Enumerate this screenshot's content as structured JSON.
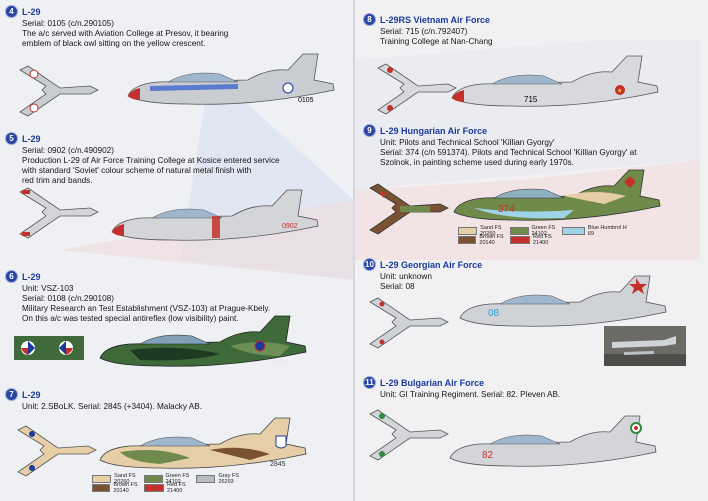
{
  "entries": [
    {
      "number": "4",
      "title": "L-29",
      "lines": "Serial: 0105 (c/n.290105)\nThe a/c served with Aviation College at Presov, it bearing\nemblem of black owl sitting on the yellow crescent.",
      "serial_mark": "0105"
    },
    {
      "number": "5",
      "title": "L-29",
      "lines": "Serial: 0902 (c/n.490902)\nProduction L-29 of Air Force Training College at Kosice entered service\nwith standard 'Soviet' colour scheme of natural metal finish with\nred trim and bands.",
      "serial_mark": "0902"
    },
    {
      "number": "6",
      "title": "L-29",
      "lines": "Unit: VSZ-103\nSerial: 0108 (c/n.290108)\nMilitary Research an Test Establishment (VSZ-103) at Prague-Kbely.\nOn this a/c was tested special antireflex (low visibility) paint.",
      "serial_mark": "0108"
    },
    {
      "number": "7",
      "title": "L-29",
      "lines": "Unit: 2.SBoLK. Serial: 2845 (+3404). Malacky AB.",
      "serial_mark": "2845"
    },
    {
      "number": "8",
      "title": "L-29RS Vietnam Air Force",
      "lines": "Serial: 715 (c/n.792407)\nTraining College at Nan-Chang",
      "serial_mark": "715"
    },
    {
      "number": "9",
      "title": "L-29 Hungarian Air Force",
      "lines": "Unit: Pilots and Technical School 'Killian Gyorgy'\nSerial: 374 (c/n 591374). Pilots and Technical School 'Killian Gyorgy' at\nSzolnok, in painting scheme used during early 1970s.",
      "serial_mark": "374"
    },
    {
      "number": "10",
      "title": "L-29 Georgian Air Force",
      "lines": "Unit: unknown\nSerial: 08",
      "serial_mark": "08"
    },
    {
      "number": "11",
      "title": "L-29 Bulgarian Air Force",
      "lines": "Unit: GI Training Regiment. Serial: 82. Pleven AB.",
      "serial_mark": "82"
    }
  ],
  "legend_hungarian": [
    {
      "label": "Sand FS 20260",
      "color": "#e6cfa6"
    },
    {
      "label": "Green FS 24102",
      "color": "#6f8a4a"
    },
    {
      "label": "Blue Humbrol H 69",
      "color": "#9fd4e8"
    },
    {
      "label": "Brown FS 20140",
      "color": "#7a5232"
    },
    {
      "label": "Red FS 21400",
      "color": "#c4302b"
    }
  ],
  "legend_slovak": [
    {
      "label": "Sand FS 20260",
      "color": "#e6cfa6"
    },
    {
      "label": "Green FS 24102",
      "color": "#6f8a4a"
    },
    {
      "label": "Gray FS 26293",
      "color": "#b8bcbf"
    },
    {
      "label": "Brown FS 20140",
      "color": "#7a5232"
    },
    {
      "label": "Red FS 21400",
      "color": "#c4302b"
    }
  ]
}
